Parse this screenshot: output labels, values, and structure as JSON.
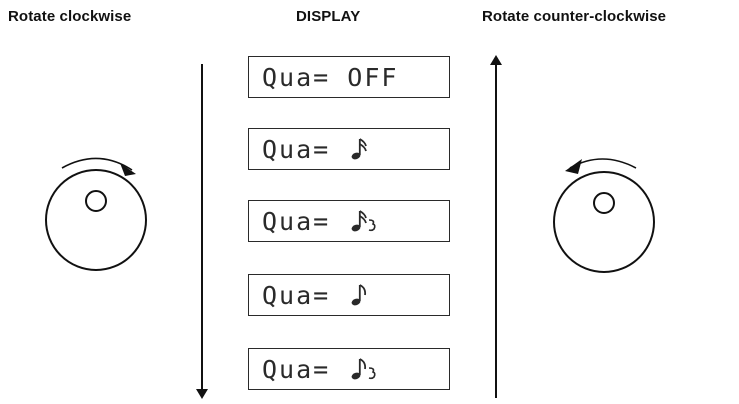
{
  "headings": {
    "left": "Rotate clockwise",
    "center": "DISPLAY",
    "right": "Rotate counter-clockwise"
  },
  "display_rows": [
    {
      "prefix": "Qua=",
      "value": "OFF",
      "note": "none"
    },
    {
      "prefix": "Qua=",
      "value": "",
      "note": "sixteenth-note"
    },
    {
      "prefix": "Qua=",
      "value": "",
      "note": "sixteenth-note-triplet"
    },
    {
      "prefix": "Qua=",
      "value": "",
      "note": "eighth-note"
    },
    {
      "prefix": "Qua=",
      "value": "",
      "note": "eighth-note-triplet"
    }
  ],
  "colors": {
    "ink": "#111111",
    "lcd_text": "#2a2a2a",
    "background": "#ffffff"
  }
}
